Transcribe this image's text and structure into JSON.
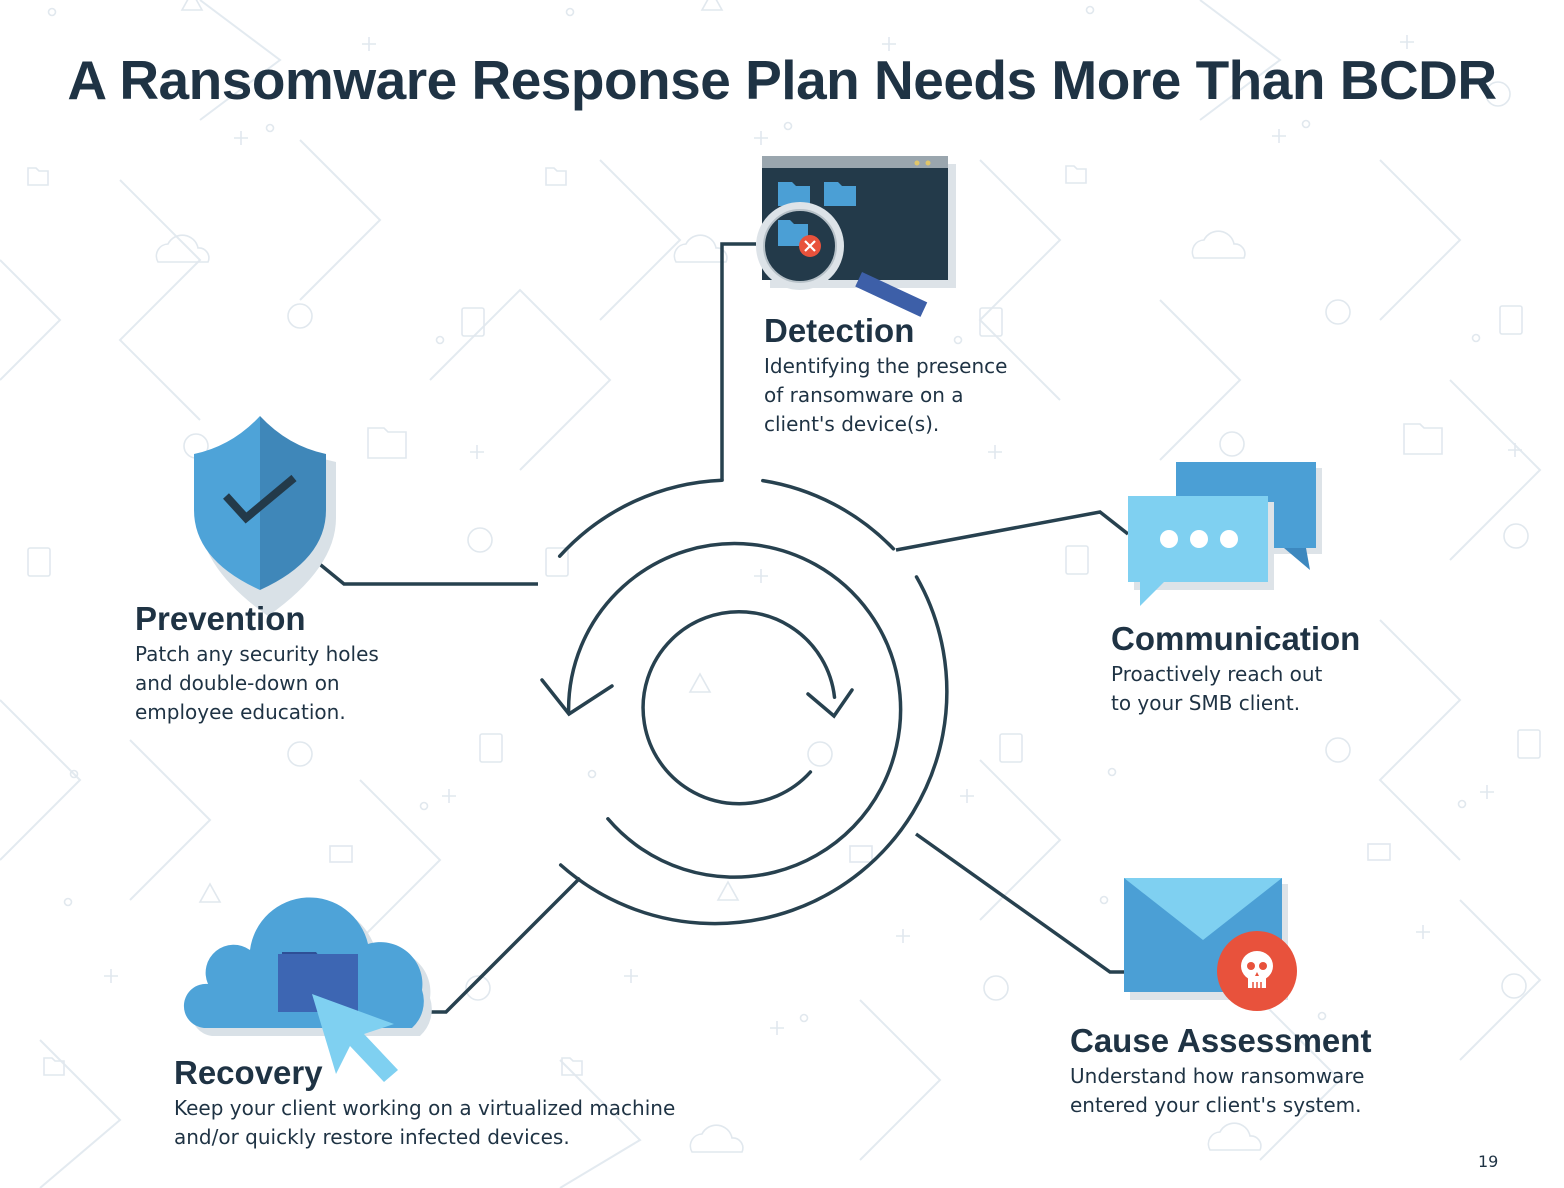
{
  "title": "A Ransomware Response Plan Needs More Than BCDR",
  "stages": {
    "detection": {
      "heading": "Detection",
      "lines": [
        "Identifying the presence",
        "of ransomware on a",
        "client's device(s)."
      ],
      "icon": "magnifier-folder-alert-icon"
    },
    "prevention": {
      "heading": "Prevention",
      "lines": [
        "Patch any security holes",
        "and double-down on",
        "employee education."
      ],
      "icon": "shield-check-icon"
    },
    "communication": {
      "heading": "Communication",
      "lines": [
        "Proactively reach out",
        "to your SMB client."
      ],
      "icon": "chat-bubbles-icon"
    },
    "recovery": {
      "heading": "Recovery",
      "lines": [
        "Keep your client working on a virtualized machine",
        "and/or quickly restore infected devices."
      ],
      "icon": "cloud-folder-cursor-icon"
    },
    "cause": {
      "heading": "Cause Assessment",
      "lines": [
        "Understand how ransomware",
        "entered your client's system."
      ],
      "icon": "envelope-skull-icon"
    }
  },
  "page_number": "19",
  "colors": {
    "dark": "#1f3344",
    "blue": "#4b9fd5",
    "light_blue": "#7fd0f1",
    "navy": "#3d5fa8",
    "red": "#e8523c",
    "background_pattern": "#e4ebf1"
  }
}
